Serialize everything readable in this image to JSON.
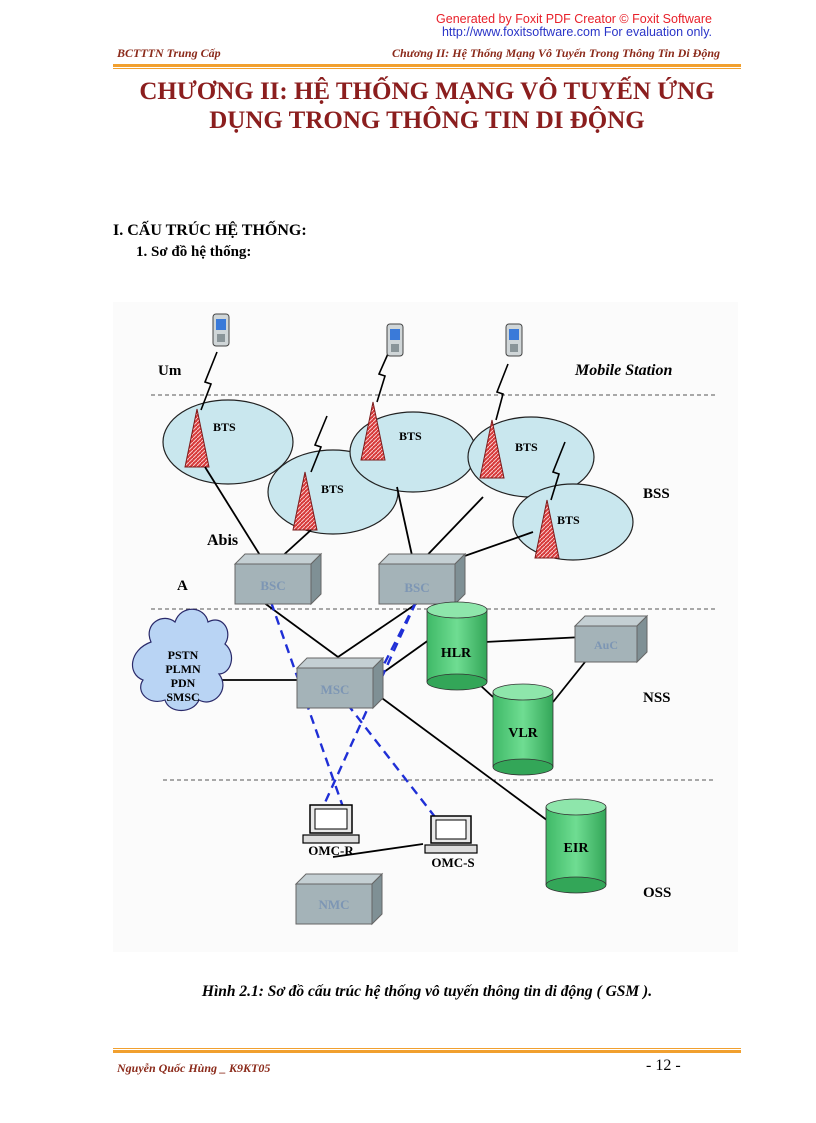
{
  "watermark": {
    "line1": "Generated by Foxit PDF Creator © Foxit Software",
    "line2": "http://www.foxitsoftware.com   For evaluation only."
  },
  "header": {
    "left": "BCTTTN Trung Cấp",
    "right": "Chương II: Hệ Thống Mạng Vô Tuyến Trong Thông Tin Di Động"
  },
  "title": {
    "line1": "CHƯƠNG II: HỆ THỐNG MẠNG VÔ TUYẾN ỨNG",
    "line2": "DỤNG TRONG THÔNG TIN DI ĐỘNG"
  },
  "section": "I.  CẤU TRÚC HỆ THỐNG:",
  "subsection": "1. Sơ đồ hệ thống:",
  "diagram": {
    "layers": {
      "um": "Um",
      "mobile_station": "Mobile Station",
      "bss": "BSS",
      "abis": "Abis",
      "a": "A",
      "nss": "NSS",
      "oss": "OSS"
    },
    "bts": "BTS",
    "bsc": "BSC",
    "msc": "MSC",
    "hlr": "HLR",
    "vlr": "VLR",
    "auc": "AuC",
    "eir": "EIR",
    "omc_r": "OMC-R",
    "omc_s": "OMC-S",
    "nmc": "NMC",
    "external": [
      "PSTN",
      "PLMN",
      "PDN",
      "SMSC"
    ],
    "colors": {
      "cell": "#c9e7ee",
      "box": "#a4b3b8",
      "cylinder": "#52c97a",
      "tower": "#d63838",
      "cloud": "#b9d4f4",
      "dashed": "#1f2fd6"
    }
  },
  "caption": "Hình 2.1: Sơ đồ cấu trúc hệ thống vô tuyến thông tin di động ( GSM ).",
  "footer": {
    "left": "Nguyễn Quốc Hùng _  K9KT05",
    "page": "- 12 -"
  }
}
